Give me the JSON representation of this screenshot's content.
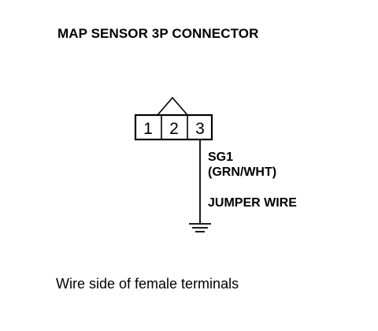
{
  "title": "MAP SENSOR 3P CONNECTOR",
  "connector": {
    "pins": [
      "1",
      "2",
      "3"
    ]
  },
  "wire": {
    "signal": "SG1",
    "color": "(GRN/WHT)",
    "note": "JUMPER WIRE"
  },
  "caption": "Wire side of female terminals"
}
